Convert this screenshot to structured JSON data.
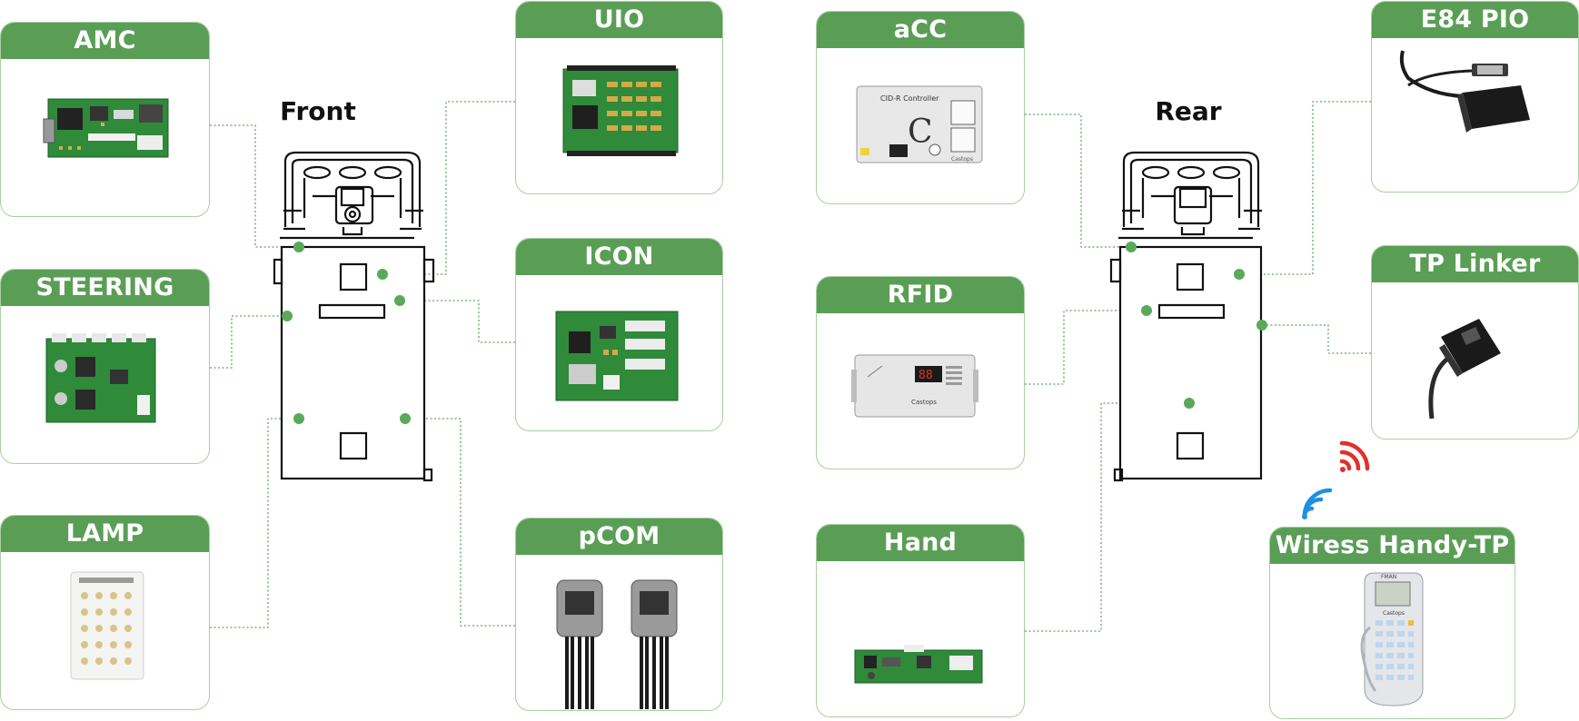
{
  "views": {
    "front": "Front",
    "rear": "Rear"
  },
  "modules": {
    "amc": "AMC",
    "steering": "STEERING",
    "lamp": "LAMP",
    "uio": "UIO",
    "icon": "ICON",
    "pcom": "pCOM",
    "acc": "aCC",
    "rfid": "RFID",
    "hand": "Hand",
    "e84": "E84 PIO",
    "tplinker": "TP Linker",
    "handytp": "Wiress Handy-TP"
  },
  "device_text": {
    "acc_title": "CID-R Controller",
    "acc_letter": "C",
    "acc_brand": "Castops",
    "rfid_brand": "Castops",
    "rfid_display": "88",
    "handy_brand": "Castops",
    "handy_model": "FMAN"
  },
  "colors": {
    "accent": "#5a9e56",
    "border": "#a9cfa1",
    "dot": "#5aa95a",
    "wifi_red": "#e0312a",
    "wifi_blue": "#1f8fe0"
  },
  "icons": {
    "signal": "wifi-signal-icon"
  }
}
